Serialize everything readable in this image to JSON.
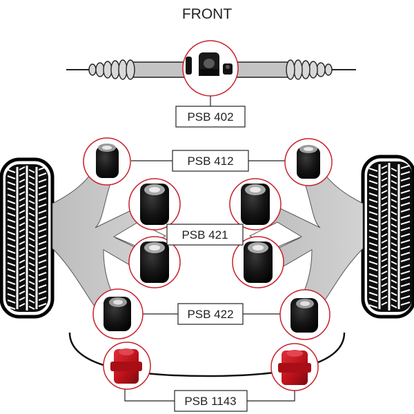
{
  "title": "FRONT",
  "labels": {
    "psb402": "PSB 402",
    "psb412": "PSB 412",
    "psb421": "PSB 421",
    "psb422": "PSB 422",
    "psb1143": "PSB 1143"
  },
  "colors": {
    "callout_ring": "#c8202a",
    "bush_black": "#141414",
    "bush_red": "#c4121c",
    "arm_grey": "#c9c9c9",
    "line": "#222222"
  }
}
